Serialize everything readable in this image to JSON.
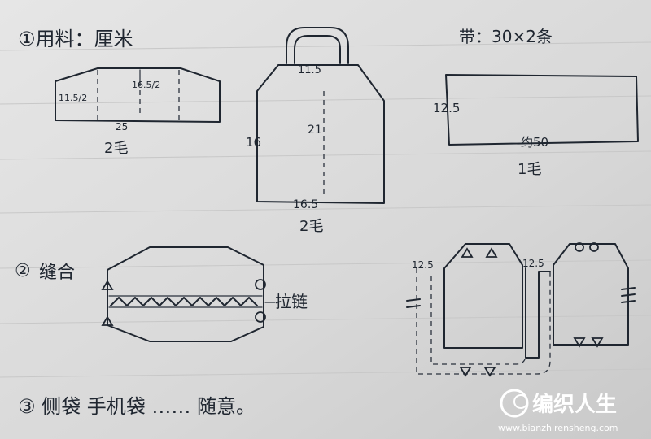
{
  "title": "①用料：厘米",
  "strap": {
    "label": "带：30×2条",
    "height_label": "12.5",
    "width_label": "约50",
    "count_label": "1毛"
  },
  "side_panel": {
    "left_label": "11.5/2",
    "center_label": "16.5/2",
    "bottom_label": "25",
    "count_label": "2毛"
  },
  "main_bag": {
    "top_label": "11.5",
    "left_label": "16",
    "center_label": "21",
    "bottom_label": "16.5",
    "count_label": "2毛"
  },
  "step2": {
    "number": "②",
    "label": "缝合",
    "zipper_label": "拉链"
  },
  "assembly": {
    "left_label": "12.5",
    "right_label": "12.5"
  },
  "step3": {
    "text": "③ 侧袋 手机袋 …… 随意。"
  },
  "watermark": {
    "brand": "编织人生",
    "url": "www.bianzhirensheng.com"
  }
}
